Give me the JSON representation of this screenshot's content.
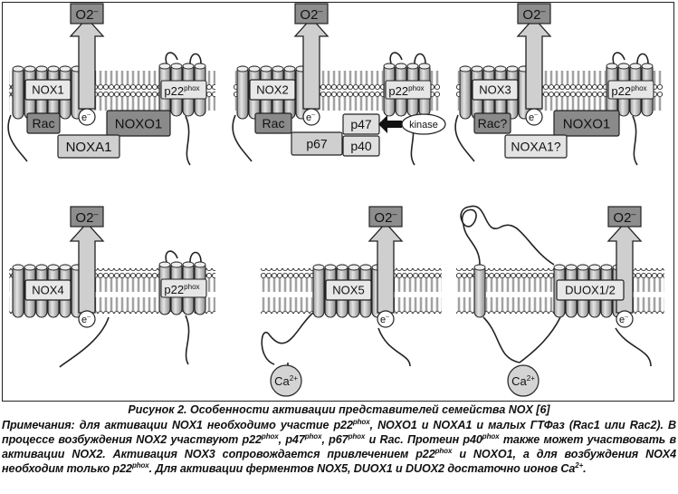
{
  "figure": {
    "panels": [
      {
        "enzyme": "NOX1",
        "ros": "O2",
        "ros_sup": "–",
        "electron": "e",
        "electron_sup": "–",
        "partner": "p22",
        "partner_sup": "phox",
        "subunits": [
          "Rac",
          "NOXO1",
          "NOXA1"
        ]
      },
      {
        "enzyme": "NOX2",
        "ros": "O2",
        "ros_sup": "–",
        "electron": "e",
        "electron_sup": "–",
        "partner": "p22",
        "partner_sup": "phox",
        "subunits": [
          "Rac",
          "p47",
          "p67",
          "p40",
          "kinase"
        ]
      },
      {
        "enzyme": "NOX3",
        "ros": "O2",
        "ros_sup": "–",
        "electron": "e",
        "electron_sup": "–",
        "partner": "p22",
        "partner_sup": "phox",
        "subunits": [
          "Rac?",
          "NOXO1",
          "NOXA1?"
        ]
      },
      {
        "enzyme": "NOX4",
        "ros": "O2",
        "ros_sup": "–",
        "electron": "e",
        "electron_sup": "–",
        "partner": "p22",
        "partner_sup": "phox",
        "subunits": []
      },
      {
        "enzyme": "NOX5",
        "ros": "O2",
        "ros_sup": "–",
        "electron": "e",
        "electron_sup": "–",
        "ion": "Ca",
        "ion_sup": "2+",
        "subunits": []
      },
      {
        "enzyme": "DUOX1/2",
        "ros": "O2",
        "ros_sup": "–",
        "electron": "e",
        "electron_sup": "–",
        "ion": "Ca",
        "ion_sup": "2+",
        "subunits": []
      }
    ]
  },
  "caption": "Рисунок 2. Особенности активации представителей семейства NOX [6]",
  "notes": {
    "s1": "Примечания: для активации NOX1 необходимо участие p22",
    "s2": ", NOXO1 и NOXA1 и малых ГТФаз (Rac1 или Rac2). В процессе возбуждения NOX2 участвуют p22",
    "s3": ", p47",
    "s4": ", p67",
    "s5": " и Rac. Протеин p40",
    "s6": " также может участвовать в активации NOX2. Активация NOX3 сопровождается привлечением p22",
    "s7": " и NOXO1, а для возбуждения NOX4 необходим только p22",
    "s8": ". Для активации ферментов NOX5, DUOX1 и DUOX2 достаточно ионов Ca",
    "s9": ".",
    "sup_phox": "phox",
    "sup_ca": "2+"
  },
  "colors": {
    "dark": "#8a8a8a",
    "light": "#d8d8d8",
    "mid": "#b9b9b9",
    "line": "#222222"
  }
}
